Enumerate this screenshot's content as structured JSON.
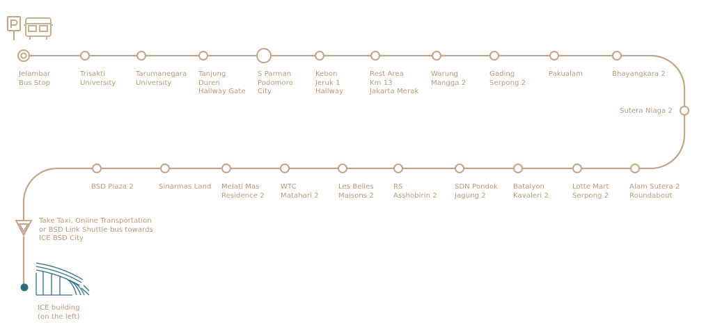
{
  "colors": {
    "route": "#c1a588",
    "text": "#b59878",
    "destination": "#2e6e82"
  },
  "icons": [
    "parking-sign-icon",
    "bus-icon",
    "triangle-direction-icon",
    "ice-building-icon"
  ],
  "route": {
    "start": {
      "label": "Jelambar\nBus Stop"
    },
    "top_row": [
      {
        "label": "Trisakti\nUniversity"
      },
      {
        "label": "Tarumanegara\nUniversity"
      },
      {
        "label": "Tanjung\nDuren\nHallway Gate"
      },
      {
        "label": "S Parman\nPodomoro\nCity"
      },
      {
        "label": "Kebon\nJeruk 1\nHallway"
      },
      {
        "label": "Rest Area\nKm 13\nJakarta Merak"
      },
      {
        "label": "Warung\nMangga 2"
      },
      {
        "label": "Gading\nSerpong 2"
      },
      {
        "label": "Pakualam"
      },
      {
        "label": "Bhayangkara 2"
      }
    ],
    "turn": {
      "label": "Sutera Niaga 2"
    },
    "bottom_row": [
      {
        "label": "Alam Sutera 2\nRoundabout"
      },
      {
        "label": "Lotte Mart\nSerpong 2"
      },
      {
        "label": "Batalyon\nKavaleri 2"
      },
      {
        "label": "SDN Pondok\nJagung 2"
      },
      {
        "label": "RS\nAsshobirin 2"
      },
      {
        "label": "Les Belles\nMaisons 2"
      },
      {
        "label": "WTC\nMatahari 2"
      },
      {
        "label": "Melati Mas\nResidence 2"
      },
      {
        "label": "Sinarmas Land"
      },
      {
        "label": "BSD Plaza 2"
      }
    ],
    "transfer_note": "Take Taxi, Online Transportation\nor BSD Link Shuttle bus towards\nICE BSD City",
    "destination": {
      "label": "ICE building\n(on the left)"
    }
  }
}
